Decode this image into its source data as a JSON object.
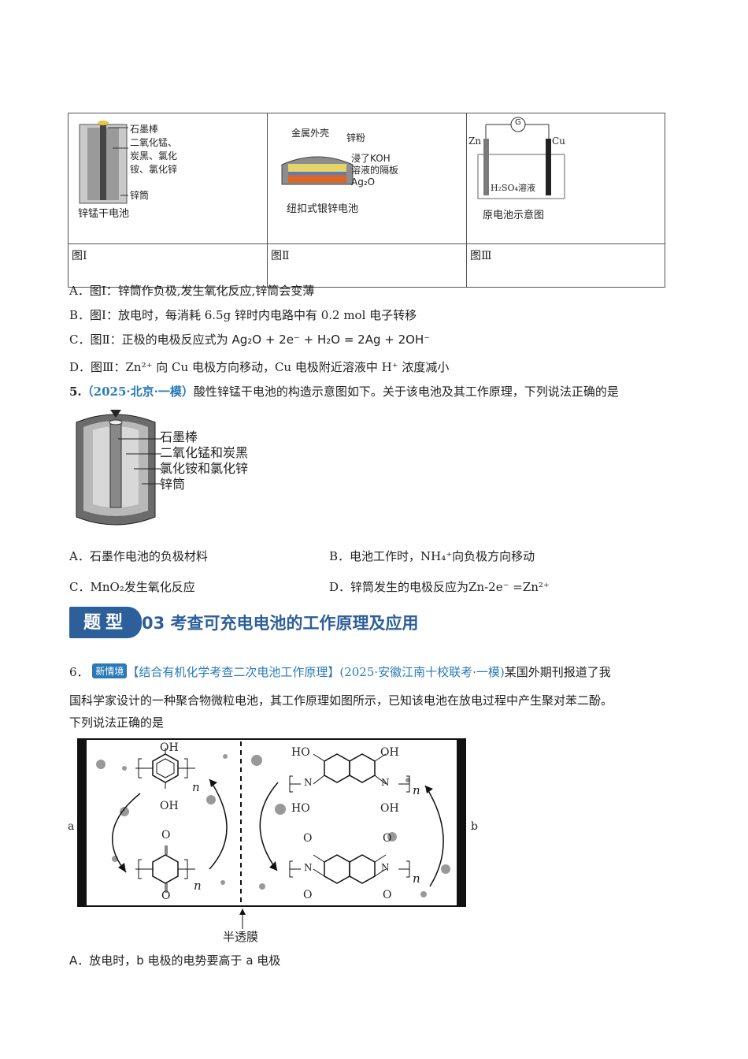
{
  "figure_table": {
    "fig1": {
      "labels": [
        "石墨棒",
        "二氧化锰、",
        "炭黑、氯化",
        "铵、氯化锌",
        "锌筒"
      ],
      "caption": "锌锰干电池",
      "cell_label": "图Ⅰ"
    },
    "fig2": {
      "labels": [
        "金属外壳",
        "锌粉",
        "浸了KOH",
        "溶液的隔板",
        "Ag₂O"
      ],
      "caption": "纽扣式银锌电池",
      "cell_label": "图Ⅱ"
    },
    "fig3": {
      "meter": "G",
      "left_electrode": "Zn",
      "right_electrode": "Cu",
      "solution": "H₂SO₄溶液",
      "caption": "原电池示意图",
      "cell_label": "图Ⅲ"
    }
  },
  "q4_options": {
    "A": "A．图Ⅰ：锌筒作负极,发生氧化反应,锌筒会变薄",
    "B": "B．图Ⅰ：放电时，每消耗  6.5g 锌时内电路中有  0.2 mol  电子转移",
    "C_prefix": "C．图Ⅱ：正极的电极反应式为",
    "C_formula": "Ag₂O + 2e⁻ + H₂O = 2Ag + 2OH⁻",
    "D": "D．图Ⅲ：Zn²⁺ 向  Cu  电极方向移动，Cu  电极附近溶液中 H⁺ 浓度减小"
  },
  "q5": {
    "number": "5.",
    "source": "（2025·北京·一模）",
    "stem": "酸性锌锰干电池的构造示意图如下。关于该电池及其工作原理，下列说法正确的是",
    "figure_labels": [
      "石墨棒",
      "二氧化锰和炭黑",
      "氯化铵和氯化锌",
      "锌筒"
    ],
    "options": {
      "A": "A．石墨作电池的负极材料",
      "B": "B．电池工作时，NH₄⁺向负极方向移动",
      "C": "C．MnO₂发生氧化反应",
      "D": "D．锌筒发生的电极反应为Zn-2e⁻ =Zn²⁺"
    }
  },
  "section": {
    "tag": "题型",
    "title": "03 考查可充电电池的工作原理及应用"
  },
  "q6": {
    "number": "6．",
    "badge": "新情境",
    "topic": "【结合有机化学考查二次电池工作原理】",
    "source": "(2025·安徽江南十校联考·一模)",
    "stem1": "某国外期刊报道了我",
    "stem2": "国科学家设计的一种聚合物微粒电池，其工作原理如图所示，已知该电池在放电过程中产生聚对苯二酚。",
    "stem3": "下列说法正确的是",
    "figure": {
      "left_label": "a",
      "right_label": "b",
      "membrane": "半透膜",
      "oh": "OH",
      "ho": "HO",
      "o": "O",
      "n_atom": "N",
      "n_sub": "n"
    },
    "option_A": "A．放电时，b 电极的电势要高于 a 电极"
  }
}
